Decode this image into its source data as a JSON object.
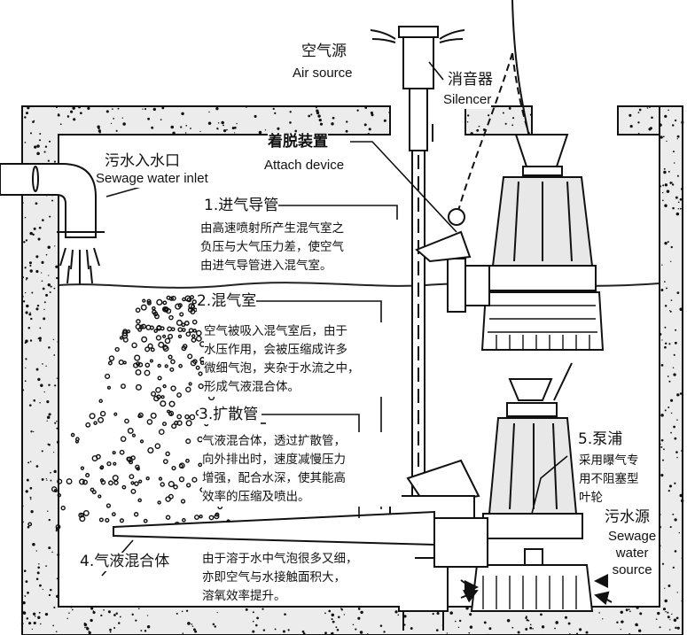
{
  "labels": {
    "air_source": {
      "zh": "空气源",
      "en": "Air source"
    },
    "silencer": {
      "zh": "消音器",
      "en": "Silencer"
    },
    "attach_device": {
      "zh": "着脱装置",
      "en": "Attach device"
    },
    "sewage_inlet": {
      "zh": "污水入水口",
      "en": "Sewage water inlet"
    },
    "air_inlet_pipe": {
      "title": "1.进气导管",
      "desc": [
        "由高速喷射所产生混气室之",
        "负压与大气压力差，使空气",
        "由进气导管进入混气室。"
      ]
    },
    "mixing_chamber": {
      "title": "2.混气室",
      "desc": [
        "空气被吸入混气室后，由于",
        "水压作用，会被压缩成许多",
        "微细气泡，夹杂于水流之中，",
        "形成气液混合体。"
      ]
    },
    "diffuser_pipe": {
      "title": "3.扩散管",
      "desc": [
        "气液混合体，透过扩散管，",
        "向外排出时，速度减慢压力",
        "增强，配合水深，使其能高",
        "效率的压缩及喷出。"
      ]
    },
    "gas_liquid_mixture": {
      "title": "4.气液混合体",
      "desc": [
        "由于溶于水中气泡很多又细，",
        "亦即空气与水接触面积大，",
        "溶氧效率提升。"
      ]
    },
    "pump": {
      "title": "5.泵浦",
      "desc": [
        "采用曝气专",
        "用不阻塞型",
        "叶轮"
      ]
    },
    "sewage_source": {
      "zh": "污水源",
      "en": [
        "Sewage",
        "water",
        "source"
      ]
    }
  },
  "colors": {
    "line": "#111111",
    "concrete": "#ececec",
    "water_line": "#222222"
  }
}
